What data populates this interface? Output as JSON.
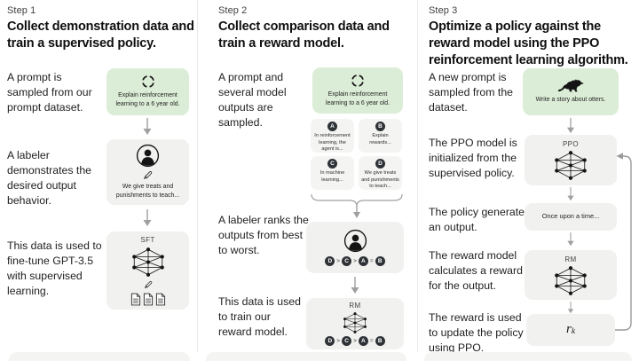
{
  "diagram": {
    "columns": [
      {
        "step": "Step 1",
        "heading": "Collect demonstration data and train a supervised policy.",
        "row1": {
          "label": "A prompt is sampled from our prompt dataset.",
          "box_text": "Explain reinforcement learning to a 6 year old."
        },
        "row2": {
          "label": "A labeler demonstrates the desired output behavior.",
          "box_text": "We give treats and punishments to teach..."
        },
        "row3": {
          "label": "This data is used to fine-tune GPT-3.5 with supervised learning.",
          "box_title": "SFT"
        }
      },
      {
        "step": "Step 2",
        "heading": "Collect comparison data and train a reward model.",
        "row1": {
          "label": "A prompt and several model outputs are sampled.",
          "box_text": "Explain reinforcement learning to a 6 year old."
        },
        "outputs": [
          {
            "id": "A",
            "text": "In reinforcement learning, the agent is..."
          },
          {
            "id": "B",
            "text": "Explain rewards..."
          },
          {
            "id": "C",
            "text": "In machine learning..."
          },
          {
            "id": "D",
            "text": "We give treats and punishments to teach..."
          }
        ],
        "row2": {
          "label": "A labeler ranks the outputs from best to worst."
        },
        "ranking": {
          "order": [
            "D",
            "C",
            "A",
            "B"
          ],
          "separators": [
            ">",
            ">",
            "="
          ]
        },
        "row3": {
          "label": "This data is used to train our reward model.",
          "box_title": "RM"
        }
      },
      {
        "step": "Step 3",
        "heading": "Optimize a policy against the reward model using the PPO reinforcement learning algorithm.",
        "row1": {
          "label": "A new prompt is sampled from the dataset.",
          "box_text": "Write a story about otters."
        },
        "row2": {
          "label": "The PPO model is initialized from the supervised policy.",
          "box_title": "PPO"
        },
        "row3": {
          "label": "The policy generates an output.",
          "box_text": "Once upon a time..."
        },
        "row4": {
          "label": "The reward model calculates a reward for the output.",
          "box_title": "RM"
        },
        "row5": {
          "label": "The reward is used to update the policy using PPO.",
          "reward_symbol": "r",
          "reward_subscript": "k"
        }
      }
    ],
    "colors": {
      "prompt_box_bg": "#dcedd7",
      "model_box_bg": "#f1f1ef",
      "mini_box_bg": "#f4f4f2",
      "badge_bg": "#2e3136",
      "arrow": "#a0a0a0",
      "divider": "#eaeae8",
      "heading_text": "#0f0f0f",
      "body_text": "#212121"
    }
  }
}
